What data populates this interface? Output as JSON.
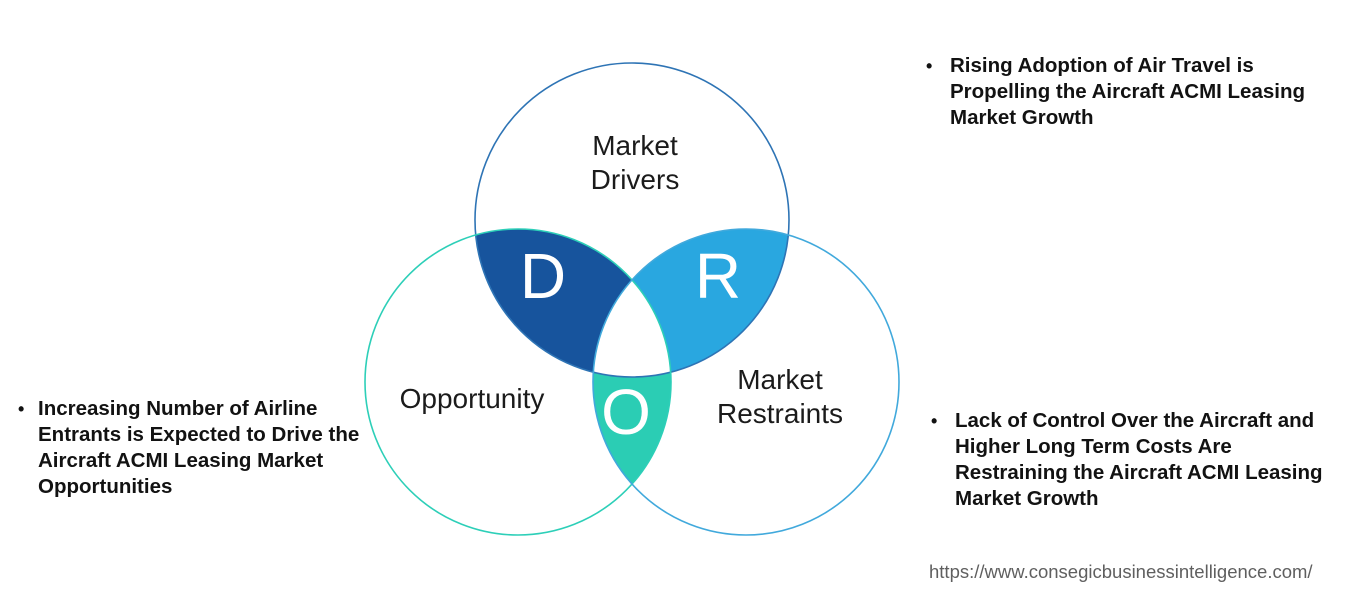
{
  "venn": {
    "center_fill": "#FFFFFF",
    "letter_color": "#FFFFFF",
    "circles": {
      "drivers": {
        "label_lines": [
          "Market",
          "Drivers"
        ],
        "stroke": "#2E74B5"
      },
      "opportunity": {
        "label": "Opportunity",
        "stroke": "#2DCFB8"
      },
      "restraints": {
        "label_lines": [
          "Market",
          "Restraints"
        ],
        "stroke": "#41A9DC"
      }
    },
    "intersections": {
      "drivers_opportunity": {
        "letter": "D",
        "fill": "#17549D"
      },
      "drivers_restraints": {
        "letter": "R",
        "fill": "#29A7E0"
      },
      "opportunity_restraints": {
        "letter": "O",
        "fill": "#2BCDB4"
      }
    }
  },
  "bullets": {
    "drivers": {
      "marker": "•",
      "lines": [
        "Rising Adoption of Air Travel is",
        "Propelling the Aircraft ACMI Leasing",
        "Market Growth"
      ]
    },
    "opportunity": {
      "marker": "•",
      "lines": [
        "Increasing Number of Airline",
        "Entrants is Expected to Drive the",
        "Aircraft ACMI Leasing Market",
        "Opportunities"
      ]
    },
    "restraints": {
      "marker": "•",
      "lines": [
        "Lack of Control Over the Aircraft and",
        "Higher Long Term Costs Are",
        "Restraining the Aircraft ACMI Leasing",
        "Market Growth"
      ]
    }
  },
  "footer": {
    "url": "https://www.consegicbusinessintelligence.com/"
  },
  "text_colors": {
    "bullet_text": "#121212",
    "diagram_label": "#1B1B1B",
    "url_text": "#5F5F5F"
  }
}
